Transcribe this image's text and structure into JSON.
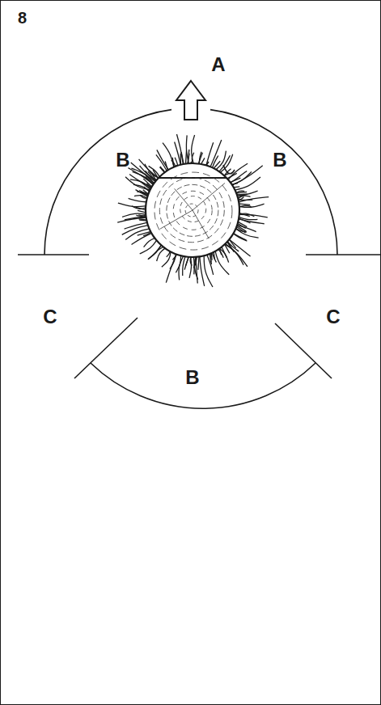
{
  "diagram": {
    "labels": [
      "8",
      "A",
      "B",
      "B",
      "C",
      "C",
      "B"
    ]
  }
}
